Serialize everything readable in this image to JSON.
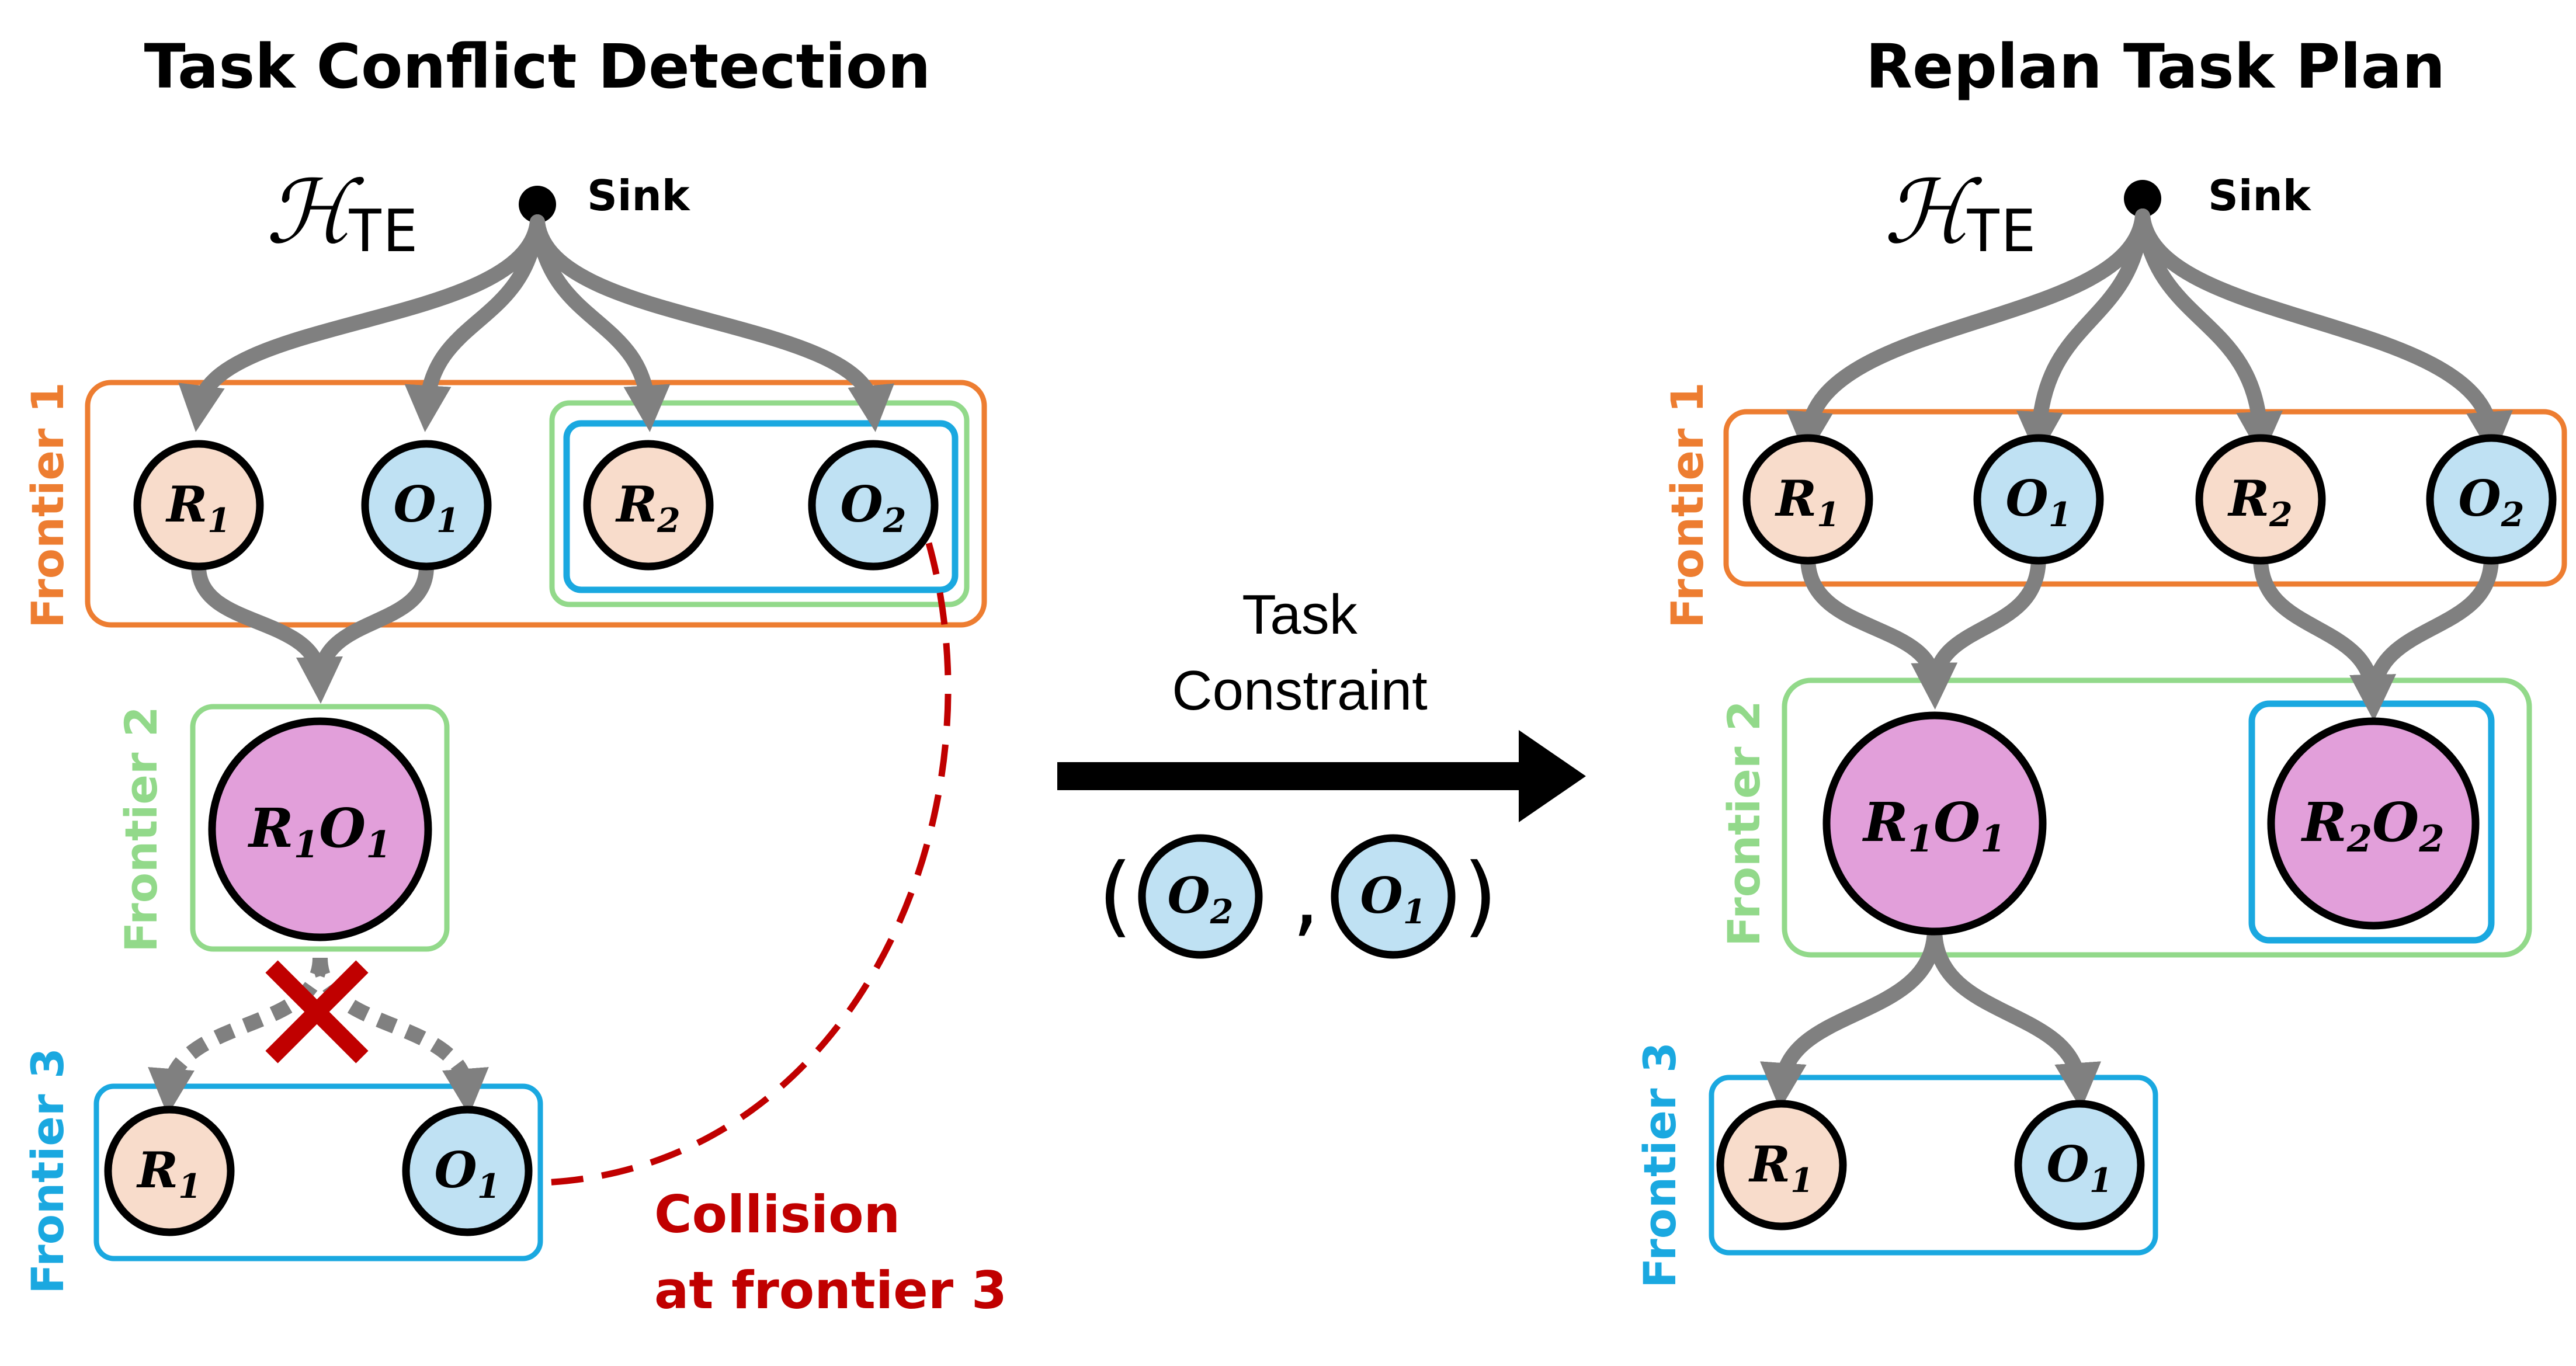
{
  "left_panel": {
    "title": "Task Conflict Detection",
    "hte_symbol": "ℋ",
    "hte_subscript": "TE",
    "sink_label": "Sink",
    "frontier_labels": [
      "Frontier 1",
      "Frontier 2",
      "Frontier 3"
    ],
    "collision_line1": "Collision",
    "collision_line2": "at frontier 3"
  },
  "right_panel": {
    "title": "Replan Task Plan",
    "hte_symbol": "ℋ",
    "hte_subscript": "TE",
    "sink_label": "Sink",
    "frontier_labels": [
      "Frontier 1",
      "Frontier 2",
      "Frontier 3"
    ]
  },
  "middle": {
    "line1": "Task",
    "line2": "Constraint",
    "open_paren": "(",
    "comma": ",",
    "close_paren": ")"
  },
  "nodes": {
    "r": "R",
    "o": "O",
    "sub1": "1",
    "sub2": "2"
  },
  "colors": {
    "frontier1": "#ed7d31",
    "frontier2": "#92d98a",
    "frontier3": "#1aa8e0",
    "robot_fill": "#f8dccb",
    "object_fill": "#bfe1f3",
    "combined_fill": "#e29fda",
    "edge": "#808080",
    "collision": "#c00000"
  }
}
